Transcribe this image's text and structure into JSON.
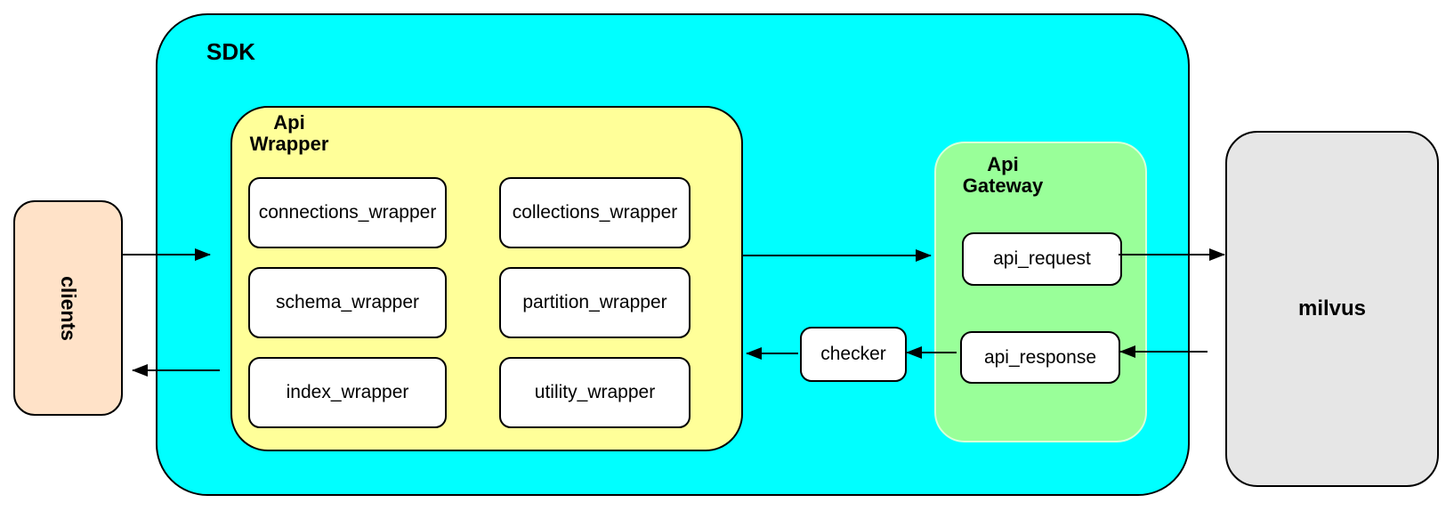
{
  "nodes": {
    "clients": {
      "label": "clients"
    },
    "sdk": {
      "label": "SDK"
    },
    "api_wrapper": {
      "title_line1": "Api",
      "title_line2": "Wrapper",
      "boxes": [
        "connections_wrapper",
        "collections_wrapper",
        "schema_wrapper",
        "partition_wrapper",
        "index_wrapper",
        "utility_wrapper"
      ]
    },
    "checker": {
      "label": "checker"
    },
    "api_gateway": {
      "title_line1": "Api",
      "title_line2": "Gateway",
      "request_label": "api_request",
      "response_label": "api_response"
    },
    "milvus": {
      "label": "milvus"
    }
  },
  "colors": {
    "sdk_fill": "#00ffff",
    "api_wrapper_fill": "#ffff99",
    "api_gateway_fill": "#99ff99",
    "clients_fill": "#ffe2c8",
    "milvus_fill": "#e6e6e6",
    "node_fill": "#ffffff",
    "stroke": "#000000"
  }
}
